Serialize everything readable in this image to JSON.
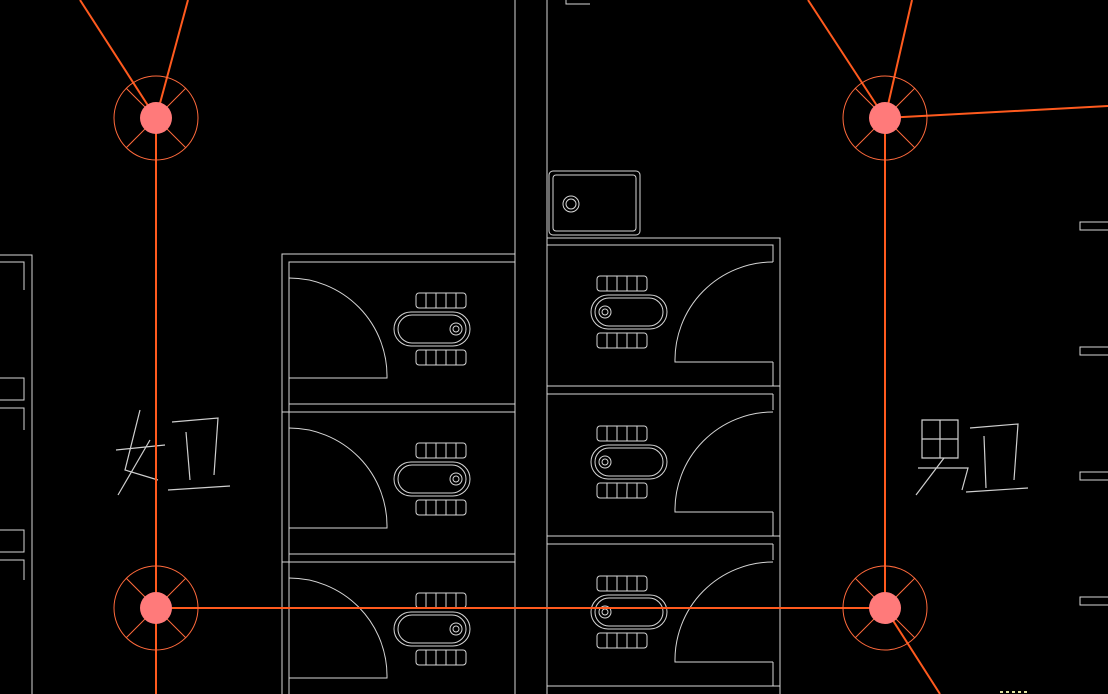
{
  "drawing": {
    "colors": {
      "background": "#000000",
      "linework": "#d6d6d6",
      "route": "#ff5a1e",
      "node": "#ff7a7a"
    },
    "room_labels": {
      "left": "女卫",
      "right": "男卫"
    },
    "nodes": [
      "node-top-left",
      "node-top-right",
      "node-bottom-left",
      "node-bottom-right"
    ],
    "fixtures": [
      "wash-basin",
      "squat-toilet",
      "door-swing"
    ]
  }
}
